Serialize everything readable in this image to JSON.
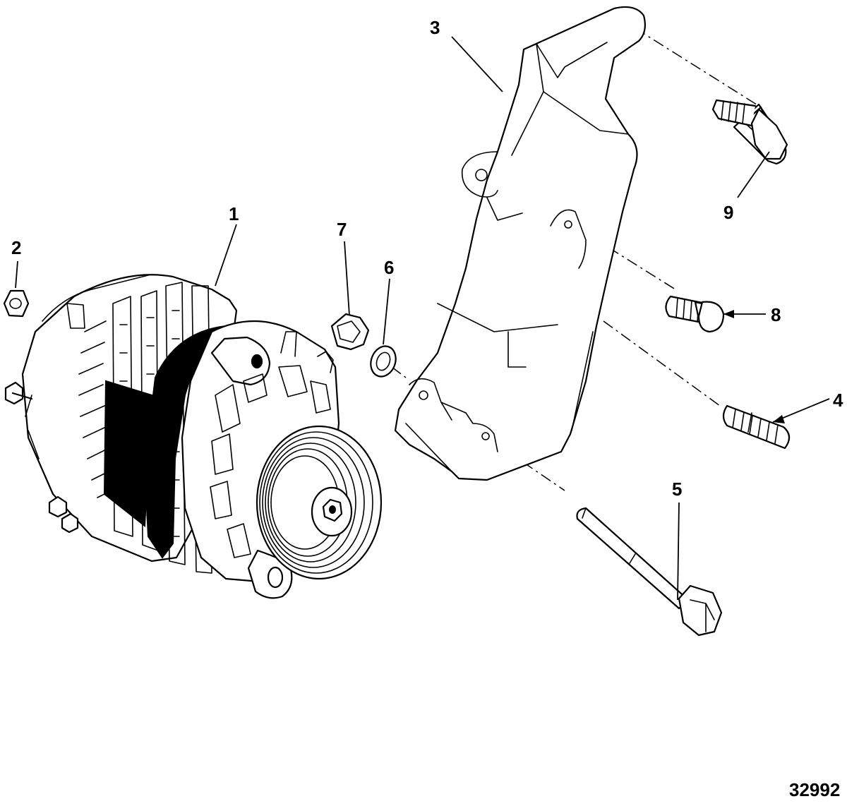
{
  "diagram": {
    "figure_id": "32992",
    "callouts": [
      {
        "id": "1",
        "part": "alternator"
      },
      {
        "id": "2",
        "part": "nut"
      },
      {
        "id": "3",
        "part": "mounting-bracket"
      },
      {
        "id": "4",
        "part": "stud"
      },
      {
        "id": "5",
        "part": "long-bolt"
      },
      {
        "id": "6",
        "part": "washer"
      },
      {
        "id": "7",
        "part": "spacer-nut"
      },
      {
        "id": "8",
        "part": "short-bolt"
      },
      {
        "id": "9",
        "part": "bracket-bolt"
      }
    ]
  }
}
